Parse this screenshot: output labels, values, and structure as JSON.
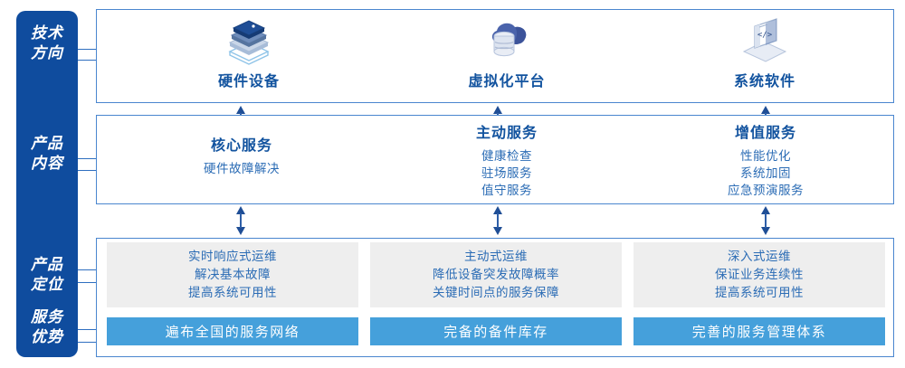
{
  "rail": {
    "labels": [
      {
        "name": "tech-direction",
        "line1": "技术",
        "line2": "方向"
      },
      {
        "name": "product-content",
        "line1": "产品",
        "line2": "内容"
      },
      {
        "name": "product-positioning",
        "line1": "产品",
        "line2": "定位"
      },
      {
        "name": "service-advantage",
        "line1": "服务",
        "line2": "优势"
      }
    ]
  },
  "tech_row": {
    "columns": [
      {
        "icon": "server-stack-icon",
        "title": "硬件设备"
      },
      {
        "icon": "cloud-database-icon",
        "title": "虚拟化平台"
      },
      {
        "icon": "laptop-code-icon",
        "title": "系统软件"
      }
    ]
  },
  "content_row": {
    "columns": [
      {
        "title": "核心服务",
        "items": [
          "硬件故障解决"
        ]
      },
      {
        "title": "主动服务",
        "items": [
          "健康检查",
          "驻场服务",
          "值守服务"
        ]
      },
      {
        "title": "增值服务",
        "items": [
          "性能优化",
          "系统加固",
          "应急预演服务"
        ]
      }
    ]
  },
  "positioning_row": {
    "cards": [
      {
        "items": [
          "实时响应式运维",
          "解决基本故障",
          "提高系统可用性"
        ]
      },
      {
        "items": [
          "主动式运维",
          "降低设备突发故障概率",
          "关键时间点的服务保障"
        ]
      },
      {
        "items": [
          "深入式运维",
          "保证业务连续性",
          "提高系统可用性"
        ]
      }
    ]
  },
  "advantage_row": {
    "bars": [
      "遍布全国的服务网络",
      "完备的备件库存",
      "完善的服务管理体系"
    ]
  },
  "colors": {
    "rail_blue": "#0f4c9e",
    "box_border_blue": "#4a86cf",
    "title_blue": "#12539f",
    "body_blue": "#2b6cb5",
    "bar_blue": "#45a0db",
    "card_gray": "#eeeeee",
    "arrow_navy": "#1f4e96"
  }
}
